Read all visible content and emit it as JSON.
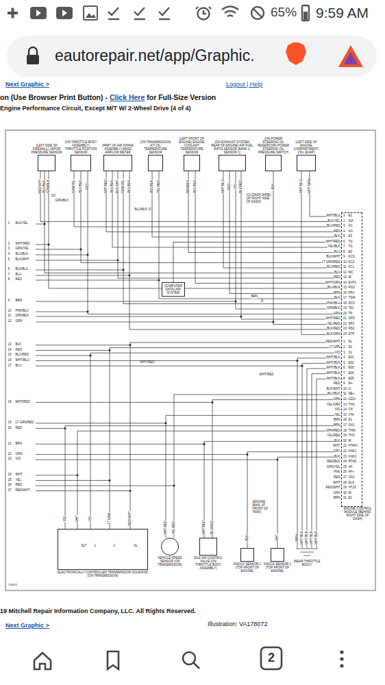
{
  "diagram": {
    "title": "Engine Performance Circuit, Except M/T W/ 2-Wheel Drive (4 of 4)",
    "nodes": [
      {
        "text": [
          "(LEFT SIDE OF FIREWALL) VAPOR PRESSURE SENSOR"
        ]
      },
      {
        "text": [
          "(ON THROTTLE BODY ASSEMBLY) THROTTLE POSITION SENSOR"
        ]
      },
      {
        "text": [
          "(PART OF AIR INTAKE ASSEMBLY) MASS AIRFLOW METER"
        ]
      },
      {
        "text": [
          "(ON TRANSMISSION) A/T OIL TEMPERATURE SENSOR"
        ]
      },
      {
        "text": [
          "(LEFT FRONT OF ENGINE) ENGINE COOLANT TEMPERATURE SENSOR"
        ]
      },
      {
        "text": [
          "(ON EXHAUST SYSTEM, REAR OF ENGINE) AIR FUEL RATIO SENSOR (BANK 1, SENSOR 1)"
        ]
      },
      {
        "text": [
          "(ON POWER STEERING OIL RESERVOIR) POWER STEERING OIL PRESSURE SWITCH"
        ]
      },
      {
        "text": [
          "(LEFT SIDE OF ENGINE COMPARTMENT) VSV (EVAP)"
        ]
      },
      {
        "text": [
          "ENGINE CONTROL MODULE (BEHIND RIGHT SIDE OF DASH)"
        ]
      },
      {
        "text": [
          "COMPUTER DATA LINK SYSTEM"
        ]
      },
      {
        "text": [
          "ELECTRONICALLY CONTROLLED TRANSMISSION SOLENOID (ON TRANSMISSION)"
        ]
      },
      {
        "text": [
          "VEHICLE SPEED SENSOR (ON TRANSMISSION)"
        ]
      },
      {
        "text": [
          "IDLE AIR CONTROL VALVE (ON THROTTLE BODY ASSEMBLY)"
        ]
      },
      {
        "text": [
          "KNOCK SENSOR 1 (TOP FRONT OF ENGINE)"
        ]
      },
      {
        "text": [
          "KNOCK SENSOR 2 (TOP FRONT OF ENGINE)"
        ]
      },
      {
        "text": [
          "(NEAR THROTTLE BODY)"
        ]
      }
    ],
    "edges": [
      {
        "from": 0,
        "to": 8,
        "arrow": "none"
      },
      {
        "from": 1,
        "to": 8,
        "arrow": "none"
      },
      {
        "from": 2,
        "to": 8,
        "arrow": "none"
      },
      {
        "from": 3,
        "to": 8,
        "arrow": "none"
      },
      {
        "from": 4,
        "to": 8,
        "arrow": "none"
      },
      {
        "from": 5,
        "to": 8,
        "arrow": "none"
      },
      {
        "from": 6,
        "to": 8,
        "arrow": "none"
      },
      {
        "from": 7,
        "to": 8,
        "arrow": "none"
      },
      {
        "from": 9,
        "to": 8,
        "arrow": "none"
      },
      {
        "from": 10,
        "to": 8,
        "arrow": "none"
      },
      {
        "from": 11,
        "to": 8,
        "arrow": "none"
      },
      {
        "from": 12,
        "to": 8,
        "arrow": "none"
      },
      {
        "from": 13,
        "to": 8,
        "arrow": "none"
      },
      {
        "from": 14,
        "to": 8,
        "arrow": "none"
      },
      {
        "from": 15,
        "to": 8,
        "arrow": "none"
      }
    ],
    "labels": [
      "65%",
      "9:59 AM",
      "eautorepair.net/app/Graphic.",
      "Next Graphic >",
      "Logout | Help",
      "on (Use Browser Print Button) -",
      "Click Here",
      "for Full-Size Version",
      "BLU/BLK",
      "I3",
      "GRN/BLK",
      "I13",
      "I13 (DASH WIRE) (AT RIGHT SIDE OF DASH)",
      "BRN",
      "I3",
      "WHT/RED",
      "WHT/RED",
      "(ENGINE MAIN, AT FRONT OF TANK)",
      "SLT",
      "1",
      "2",
      "SL",
      "1",
      "BLK/YEL",
      "2",
      "WHT/RED",
      "3",
      "GRN/YEL",
      "4",
      "BLU/BLK",
      "5",
      "BLK/WHT",
      "6",
      "BLK/BLU",
      "7",
      "BLU",
      "8",
      "RED",
      "9",
      "BRN",
      "10",
      "PNK/BLU",
      "11",
      "GRN/BLK",
      "12",
      "GRN",
      "13",
      "BLK",
      "14",
      "RED",
      "15",
      "BLU/RED",
      "16",
      "WHT/BLU",
      "17",
      "BLU",
      "18",
      "WHT/RED",
      "19",
      "LT GRN/RED",
      "20",
      "RED",
      "21",
      "BRN",
      "22",
      "GRN",
      "23",
      "VIO",
      "24",
      "WHT",
      "25",
      "YEL",
      "26",
      "RED",
      "27",
      "RED/WHT",
      "WHT/BLU",
      "1",
      "E2",
      "BLK/YEL",
      "2",
      "IGF",
      "BLU/RED",
      "3",
      "VC",
      "RED",
      "4",
      "VG",
      "BLK",
      "5",
      "E3",
      "WHT/RED",
      "6",
      "TO",
      "YEL/BLK",
      "7",
      "TG",
      "BLU",
      "8",
      "E0",
      "BLK/WHT",
      "9",
      "KCS",
      "LT GRN/RED",
      "10",
      "KC2",
      "BLU/RED",
      "11",
      "KC1",
      "BLU",
      "12",
      "MC",
      "RED",
      "13",
      "W",
      "WHT/GRN",
      "14",
      "EVP1",
      "BLU/BLK",
      "15",
      "RSO",
      "BRN",
      "16",
      "FPU",
      "BLK",
      "17",
      "TSW",
      "PNK/BLU",
      "18",
      "DCV",
      "GRN/BLK",
      "19",
      "TE1",
      "GRN",
      "20",
      "TP",
      "WHT/RED",
      "21",
      "SPD",
      "YEL/RED",
      "22",
      "SP2",
      "BLK/RED",
      "23",
      "RSC",
      "BLK/ORN",
      "24",
      "STP",
      "RED/WHT",
      "1",
      "SL",
      "LT GRN",
      "2",
      "S2",
      "VIO",
      "3",
      "S1",
      "WHT/BLK",
      "4",
      "E01",
      "WHT/BLK",
      "5",
      "E02",
      "WHT/BLK",
      "6",
      "E03",
      "WHT/BLK",
      "7",
      "E04",
      "WHT/BLK",
      "8",
      "E05",
      "RED",
      "9",
      "M+",
      "BLK/WHT",
      "10",
      "G-",
      "BLU/BLK",
      "11",
      "NE+",
      "GRN",
      "12",
      "G22+",
      "YEL/GRN",
      "13",
      "THA",
      "VIO",
      "14",
      "OX",
      "YEL",
      "15",
      "VTA",
      "BRN",
      "16",
      "E1",
      "BRN",
      "17",
      "OX1",
      "GRN/RED",
      "18",
      "THW",
      "YEL/RED",
      "19",
      "THO",
      "BLK",
      "20",
      "W",
      "WHT",
      "21",
      "HTAF1",
      "GRY",
      "22",
      "KNK1",
      "BLK",
      "23",
      "KNK2",
      "RED/BLK",
      "24",
      "RTNK",
      "GRN/YEL",
      "25",
      "AF-",
      "PNK",
      "26",
      "AF+",
      "RED",
      "27",
      "OX2",
      "WHT",
      "28",
      "ELS",
      "RED/WHT",
      "29",
      "HT2S",
      "GRN",
      "30",
      "M-",
      "BRN",
      "31",
      "E1",
      "RED/WHT",
      "BLU/BLK",
      "GRN/BLK",
      "GRN/YEL",
      "BLU/BLK",
      "RED",
      "WHT/RED",
      "BLU/BLK",
      "BLK/WHT",
      "GRN/YEL",
      "BLU/BLK",
      "BLU/BLK",
      "YEL/RED",
      "BRN/BLK",
      "BLU/BLK",
      "WHT/BLU",
      "RED",
      "VIO",
      "BLK/RED",
      "BLK",
      "WHT/BLU",
      "WHT/GRN",
      "YEL",
      "WHT",
      "VIO",
      "LT GRN",
      "RED/WHT",
      "WHT/RED",
      "YEL/RED",
      "WHT/RED",
      "BLU/RED",
      "BLK",
      "WHT",
      "BRN",
      "WHT/BLK",
      "WHT/BLK",
      "WHT/BLK",
      "WHT/BLK",
      "178072",
      "19 Mitchell Repair Information Company, LLC. All Rights Reserved.",
      "Next Graphic >",
      "Illustration: VA178072",
      "2"
    ]
  }
}
